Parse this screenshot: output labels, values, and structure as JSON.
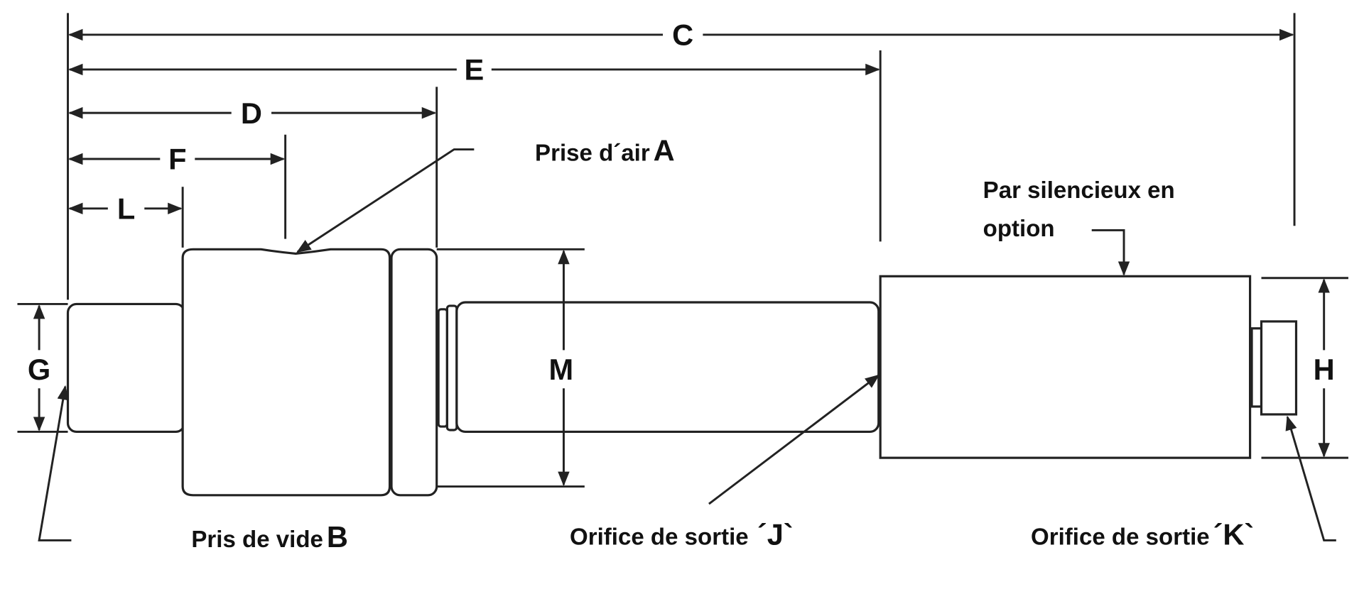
{
  "dimensions": {
    "C": "C",
    "E": "E",
    "D": "D",
    "F": "F",
    "L": "L",
    "G": "G",
    "M": "M",
    "H": "H"
  },
  "callouts": {
    "air_inlet": {
      "text": "Prise d´air",
      "letter": "A"
    },
    "vacuum": {
      "text": "Pris de vide",
      "letter": "B"
    },
    "muffler_line1": "Par silencieux en",
    "muffler_line2": "option",
    "outlet_j": {
      "text": "Orifice de sortie",
      "letter": "´J`"
    },
    "outlet_k": {
      "text": "Orifice de sortie",
      "letter": "´K`"
    }
  }
}
